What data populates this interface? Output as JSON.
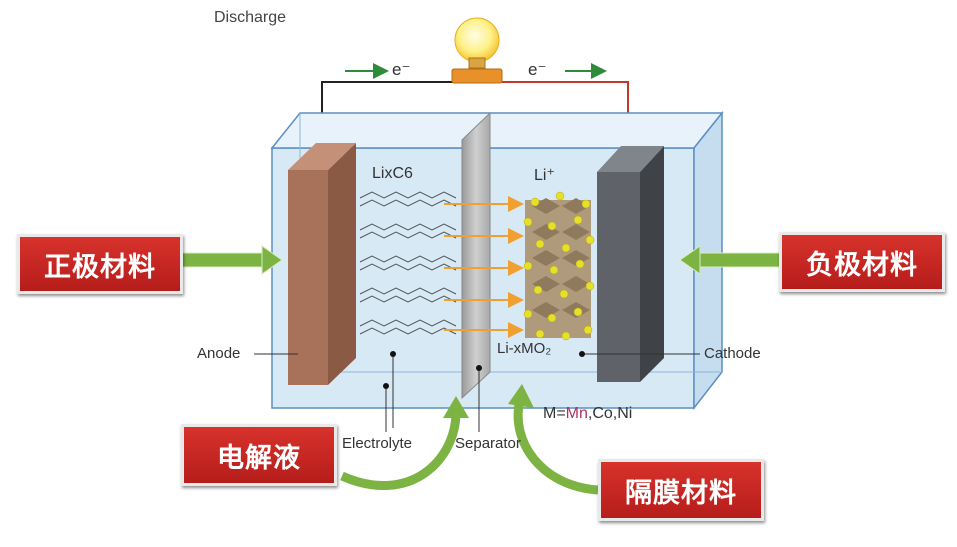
{
  "diagram": {
    "title": "Discharge",
    "electron_left": "e⁻",
    "electron_right": "e⁻",
    "anode_material": "LixC6",
    "ion": "Li⁺",
    "cathode_material": "Li-xMO₂",
    "anode": "Anode",
    "cathode": "Cathode",
    "electrolyte": "Electrolyte",
    "separator": "Separator",
    "metal_prefix": "M=",
    "metal_mn": "Mn",
    "metal_rest": ",Co,Ni"
  },
  "callouts": {
    "positive_material": "正极材料",
    "negative_material": "负极材料",
    "electrolyte_liquid": "电解液",
    "separator_material": "隔膜材料"
  },
  "colors": {
    "callout_red": "#c4261f",
    "arrow_green": "#7cb342",
    "electron_arrow": "#2e8b3a",
    "ion_arrow": "#f0a030",
    "anode_plate": "#a8725a",
    "cathode_plate": "#5f6268",
    "tank": "#cfe3f3"
  }
}
